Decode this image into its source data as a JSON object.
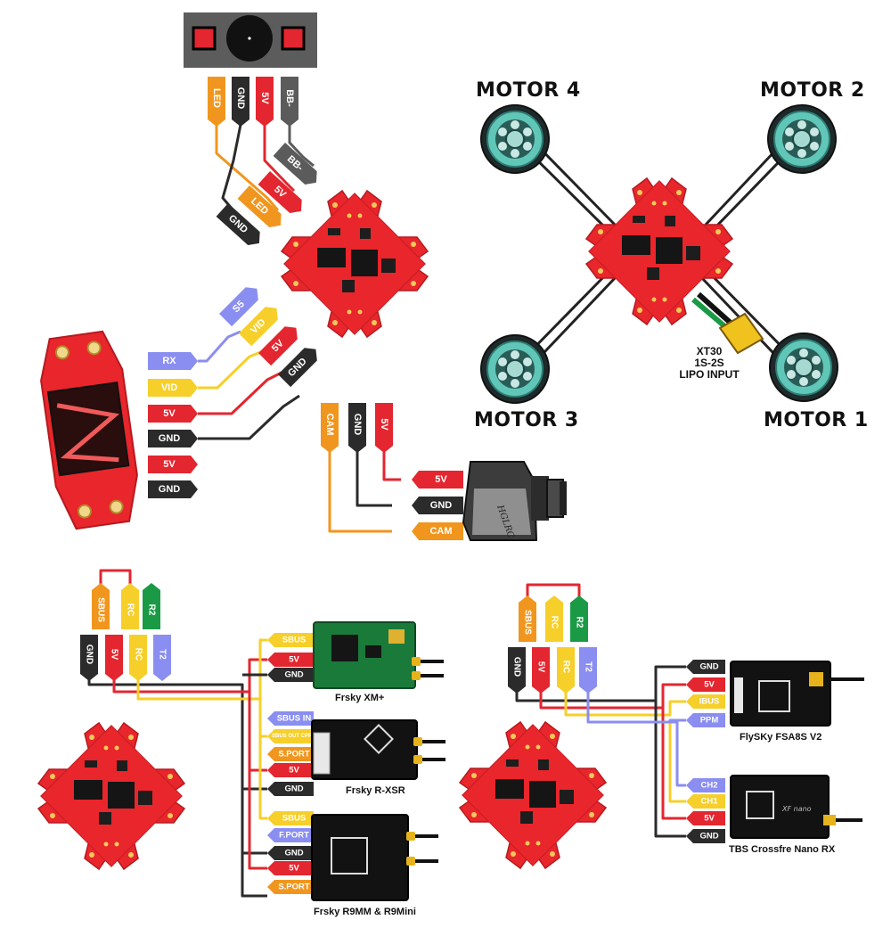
{
  "colors": {
    "orange": "#f0961e",
    "black": "#2b2b2b",
    "red": "#e3262f",
    "gray": "#5b5b5b",
    "periwinkle": "#8a8ef0",
    "yellow": "#f6cf2a",
    "green": "#1a9a45",
    "board_red": "#e8262b"
  },
  "buzzer": {
    "pins": [
      "LED",
      "GND",
      "5V",
      "BB-"
    ],
    "targets": [
      "BB-",
      "5V",
      "LED",
      "GND"
    ]
  },
  "vtx": {
    "pins": [
      "RX",
      "VID",
      "5V",
      "GND",
      "5V",
      "GND"
    ],
    "fc_pads": [
      "S5",
      "VID",
      "5V",
      "GND"
    ]
  },
  "camera": {
    "fc_pads": [
      "CAM",
      "GND",
      "5V"
    ],
    "cam_pins": [
      "5V",
      "GND",
      "CAM"
    ]
  },
  "motors": {
    "m4": "MOTOR 4",
    "m2": "MOTOR 2",
    "m3": "MOTOR 3",
    "m1": "MOTOR 1"
  },
  "power": {
    "line1": "XT30",
    "line2": "1S-2S",
    "line3": "LIPO INPUT"
  },
  "frsky": {
    "top_pads": [
      "SBUS",
      "RC",
      "R2"
    ],
    "bottom_pads": [
      "GND",
      "5V",
      "RC",
      "T2"
    ],
    "xm_pins": [
      "SBUS",
      "5V",
      "GND"
    ],
    "xm_name": "Frsky XM+",
    "xsr_pins": [
      "SBUS IN",
      "SBUS OUT CPPM",
      "S.PORT",
      "5V",
      "GND"
    ],
    "xsr_name": "Frsky R-XSR",
    "r9_pins": [
      "SBUS",
      "F.PORT",
      "GND",
      "5V",
      "S.PORT"
    ],
    "r9_name": "Frsky R9MM & R9Mini"
  },
  "flysky": {
    "top_pads": [
      "SBUS",
      "RC",
      "R2"
    ],
    "bottom_pads": [
      "GND",
      "5V",
      "RC",
      "T2"
    ],
    "fs_pins": [
      "GND",
      "5V",
      "IBUS",
      "PPM"
    ],
    "fs_name": "FlySKy FSA8S V2",
    "tbs_pins": [
      "CH2",
      "CH1",
      "5V",
      "GND"
    ],
    "tbs_name": "TBS Crossfre Nano RX",
    "tbs_chip": "XF nano"
  }
}
